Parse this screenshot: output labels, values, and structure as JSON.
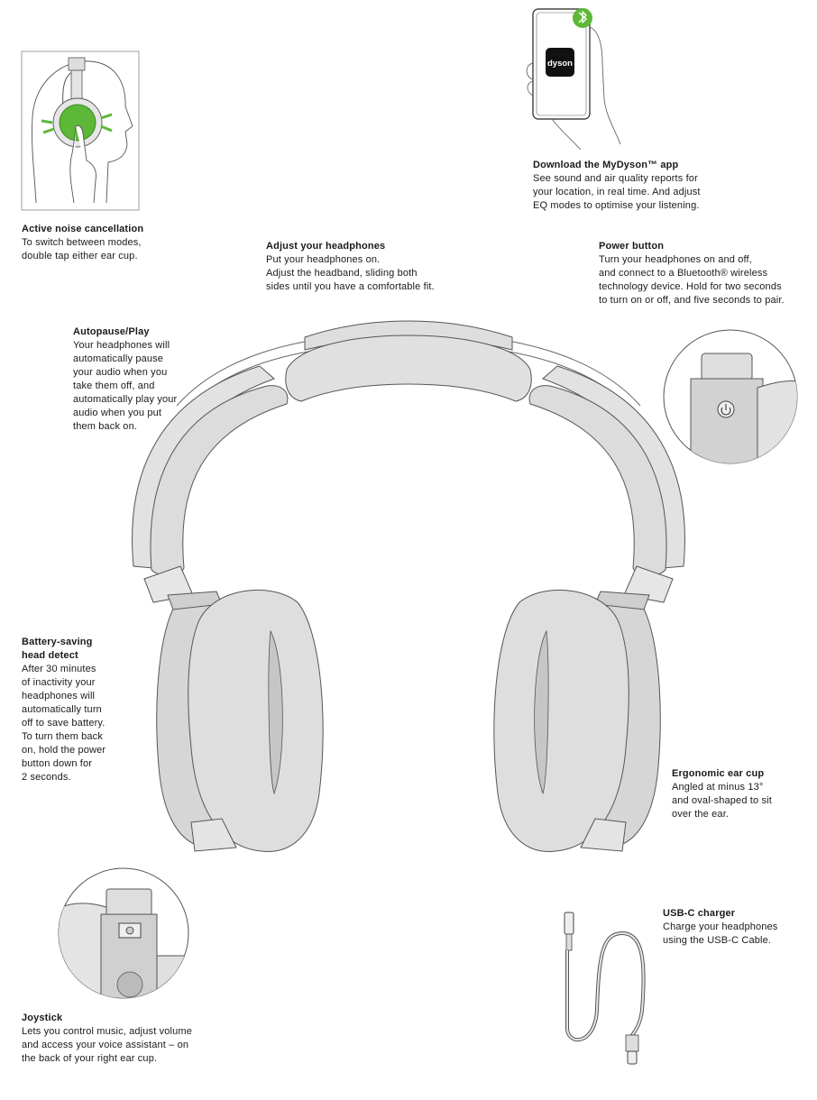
{
  "callouts": {
    "anc": {
      "title": "Active noise cancellation",
      "body": "To switch between modes,\ndouble tap either ear cup."
    },
    "app": {
      "title": "Download the MyDyson™ app",
      "body": "See sound and air quality reports for\nyour location, in real time. And adjust\nEQ modes to optimise your listening."
    },
    "adjust": {
      "title": "Adjust your headphones",
      "body": "Put your headphones on.\nAdjust the headband, sliding both\nsides until you have a comfortable fit."
    },
    "power": {
      "title": "Power button",
      "body": "Turn your headphones on and off,\nand connect to a Bluetooth® wireless\ntechnology device. Hold for two seconds\nto turn on or off, and five seconds to pair."
    },
    "autopause": {
      "title": "Autopause/Play",
      "body": "Your headphones will\nautomatically pause\nyour audio when you\ntake them off, and\nautomatically play your\naudio when you put\nthem back on."
    },
    "battery": {
      "title": "Battery-saving\nhead detect",
      "body": "After 30 minutes\nof inactivity your\nheadphones will\nautomatically turn\noff to save battery.\nTo turn them back\non, hold the power\nbutton down for\n2 seconds."
    },
    "ergonomic": {
      "title": "Ergonomic ear cup",
      "body": "Angled at minus 13°\nand oval-shaped to sit\nover the ear."
    },
    "usbc": {
      "title": "USB-C charger",
      "body": "Charge your headphones\nusing the USB-C Cable."
    },
    "joystick": {
      "title": "Joystick",
      "body": "Lets you control music, adjust volume\nand access your voice assistant – on\nthe back of your right ear cup."
    }
  },
  "phone": {
    "brand_logo": "dyson"
  },
  "colors": {
    "accent_green": "#5cb836",
    "ink": "#1a1a1a",
    "shell": "#dedede",
    "shell_dark": "#c8c8c8",
    "outline": "#555555"
  },
  "icons": {
    "bluetooth": "bluetooth-icon",
    "power": "power-icon"
  }
}
